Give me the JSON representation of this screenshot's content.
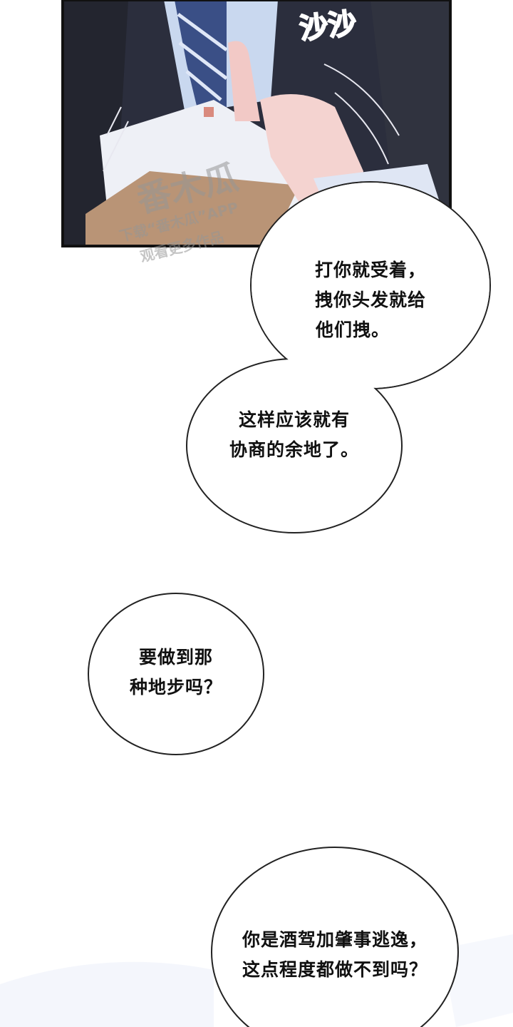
{
  "panel": {
    "sound_effect": "沙沙",
    "watermark": {
      "logo": "番木瓜",
      "line1": "下载“番木瓜”APP",
      "line2": "观看更多作品"
    },
    "colors": {
      "suit": "#2b2e3d",
      "shirt": "#c9d8ef",
      "tie": "#3a4f86",
      "skin": "#f2c9c6",
      "paper": "#eef0f6",
      "envelope": "#b99476"
    }
  },
  "bubbles": [
    {
      "lines": [
        "打你就受着，",
        "拽你头发就给",
        "他们拽。"
      ]
    },
    {
      "lines": [
        "这样应该就有",
        "协商的余地了。"
      ]
    },
    {
      "lines": [
        "要做到那",
        "种地步吗？"
      ]
    },
    {
      "lines": [
        "你是酒驾加肇事逃逸，",
        "这点程度都做不到吗？"
      ]
    }
  ]
}
